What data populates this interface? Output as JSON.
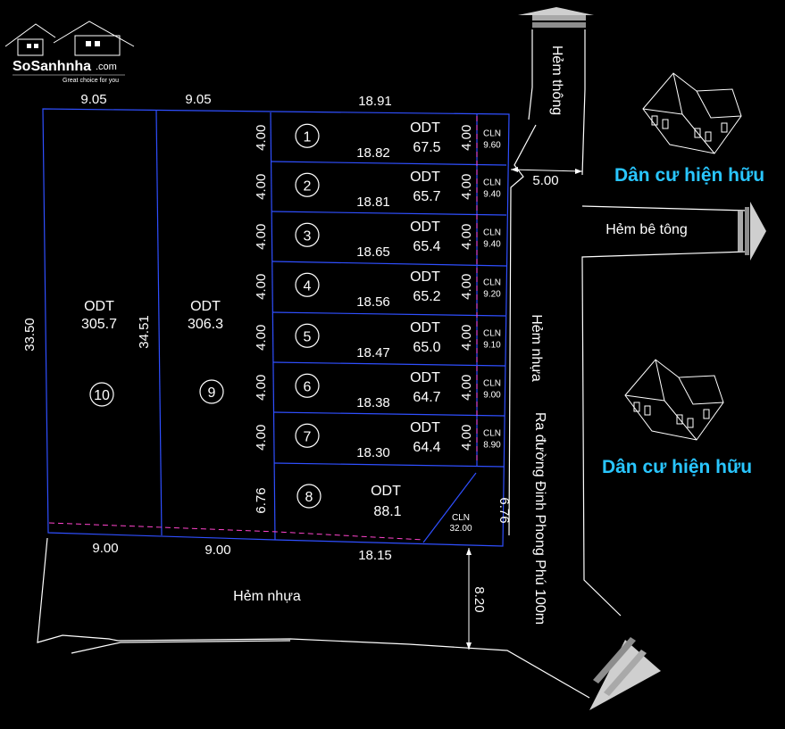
{
  "logo": {
    "text": "SoSanhnha",
    "suffix": ".com",
    "tagline": "Great choice for you"
  },
  "top_dims": [
    "9.05",
    "9.05",
    "18.91"
  ],
  "bottom_dims": [
    "9.00",
    "9.00",
    "18.15"
  ],
  "left_dims": [
    "33.50",
    "34.51"
  ],
  "big_lots": [
    {
      "id": "10",
      "use": "ODT",
      "area": "305.7"
    },
    {
      "id": "9",
      "use": "ODT",
      "area": "306.3"
    }
  ],
  "lots": [
    {
      "id": "1",
      "use": "ODT",
      "area": "67.5",
      "width": "4.00",
      "length": "18.82",
      "cln_width": "4.00",
      "cln_label": "CLN",
      "cln_area": "9.60"
    },
    {
      "id": "2",
      "use": "ODT",
      "area": "65.7",
      "width": "4.00",
      "length": "18.81",
      "cln_width": "4.00",
      "cln_label": "CLN",
      "cln_area": "9.40"
    },
    {
      "id": "3",
      "use": "ODT",
      "area": "65.4",
      "width": "4.00",
      "length": "18.65",
      "cln_width": "4.00",
      "cln_label": "CLN",
      "cln_area": "9.40"
    },
    {
      "id": "4",
      "use": "ODT",
      "area": "65.2",
      "width": "4.00",
      "length": "18.56",
      "cln_width": "4.00",
      "cln_label": "CLN",
      "cln_area": "9.20"
    },
    {
      "id": "5",
      "use": "ODT",
      "area": "65.0",
      "width": "4.00",
      "length": "18.47",
      "cln_width": "4.00",
      "cln_label": "CLN",
      "cln_area": "9.10"
    },
    {
      "id": "6",
      "use": "ODT",
      "area": "64.7",
      "width": "4.00",
      "length": "18.38",
      "cln_width": "4.00",
      "cln_label": "CLN",
      "cln_area": "9.00"
    },
    {
      "id": "7",
      "use": "ODT",
      "area": "64.4",
      "width": "4.00",
      "length": "18.30",
      "cln_width": "4.00",
      "cln_label": "CLN",
      "cln_area": "8.90"
    }
  ],
  "lot8": {
    "id": "8",
    "use": "ODT",
    "area": "88.1",
    "width": "6.76",
    "side": "6.76",
    "cln_label": "CLN",
    "cln_area": "32.00"
  },
  "roads": {
    "hem_thong": "Hẻm thông",
    "hem_be_tong": "Hẻm bê tông",
    "hem_nhua_right": "Hẻm nhựa",
    "hem_nhua_bottom": "Hẻm nhựa",
    "ra_duong": "Ra đường Đinh Phong Phú 100m",
    "width_top": "5.00",
    "width_bottom": "8.20"
  },
  "residential": [
    "Dân cư hiện hữu",
    "Dân cư hiện hữu"
  ]
}
